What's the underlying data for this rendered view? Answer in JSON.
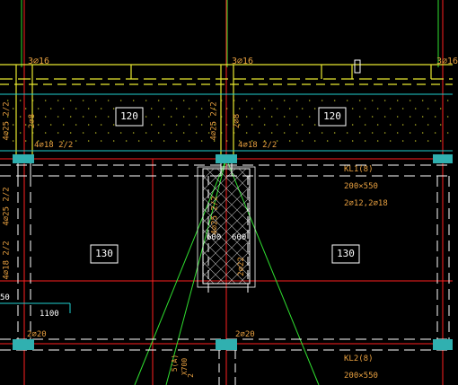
{
  "colors": {
    "background": "#000000",
    "axis_red": "#ff2020",
    "rebar_yellow": "#e8e830",
    "green": "#30e030",
    "cyan": "#20d0d0",
    "white": "#ffffff",
    "text_orange": "#e8a040",
    "text_white": "#ffffff",
    "column_teal": "#30b0b0"
  },
  "labels": {
    "top_rebar_left": "3⌀16",
    "top_rebar_mid": "3⌀16",
    "top_rebar_right_side": "3⌀16",
    "top_rebar_far_right": "3⌀16",
    "slab_left": "120",
    "slab_right": "120",
    "slab_lower_left": "130",
    "slab_lower_right": "130",
    "vert_left_1": "2⌀8",
    "vert_left_2": "4⌀25 2/2",
    "vert_mid_1": "4⌀25 2/2",
    "vert_mid_2": "2⌀8",
    "beam_left": "4⌀18 2/2",
    "beam_mid": "4⌀18 2/2",
    "col_left_1": "4⌀25 2/2",
    "col_left_2": "4⌀18 2/2",
    "col_mid_1": "4⌀25 2/2",
    "col_mid_2": "2⌀22",
    "dim_600_left": "600",
    "dim_600_right": "600",
    "kl1": "KL1(8)",
    "kl1_size": "200×550",
    "kl1_rebar": "2⌀12,2⌀18",
    "dim_1100": "1100",
    "dim_50": "50",
    "bottom_left": "2⌀20",
    "bottom_mid": "2⌀20",
    "kl2": "KL2(8)",
    "kl2_size": "200×550",
    "bottom_frag_1": "5(A)",
    "bottom_frag_2": "X700",
    "bottom_frag_3": "2"
  }
}
